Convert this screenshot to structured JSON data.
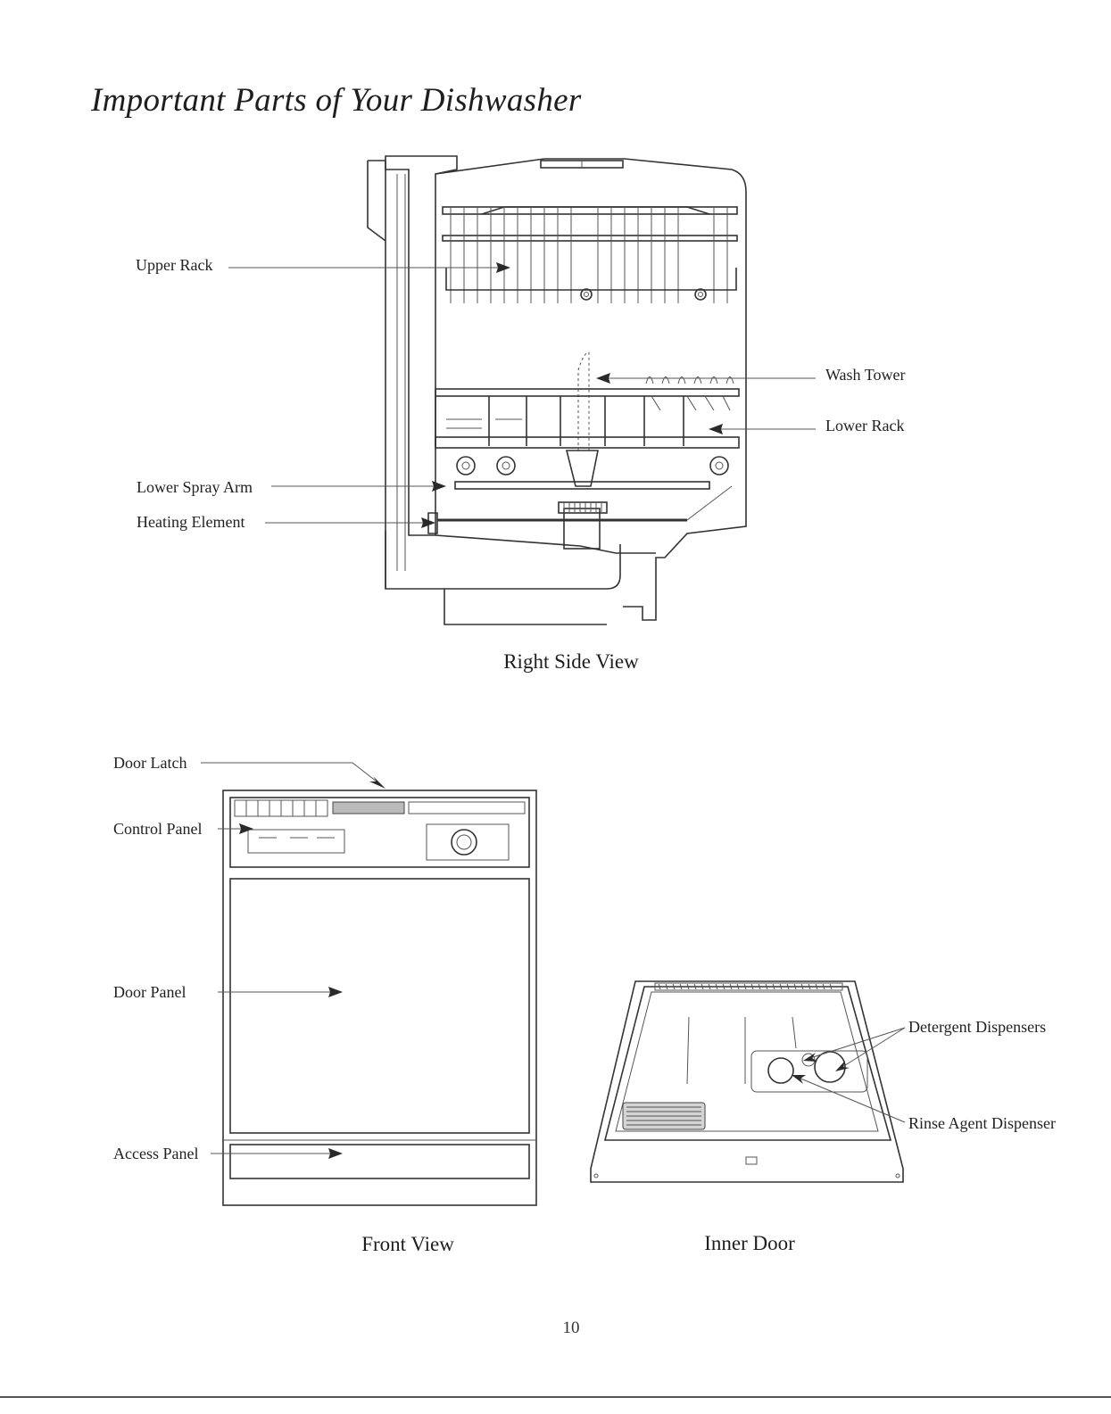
{
  "title": "Important Parts of Your Dishwasher",
  "right_side_view": {
    "caption": "Right Side View",
    "labels": {
      "upper_rack": "Upper Rack",
      "lower_spray_arm": "Lower Spray Arm",
      "heating_element": "Heating Element",
      "wash_tower": "Wash Tower",
      "lower_rack": "Lower Rack"
    }
  },
  "front_view": {
    "caption": "Front View",
    "labels": {
      "door_latch": "Door Latch",
      "control_panel": "Control Panel",
      "door_panel": "Door Panel",
      "access_panel": "Access Panel"
    }
  },
  "inner_door": {
    "caption": "Inner Door",
    "labels": {
      "detergent_dispensers": "Detergent Dispensers",
      "rinse_agent_dispenser": "Rinse Agent Dispenser"
    }
  },
  "page_number": "10"
}
